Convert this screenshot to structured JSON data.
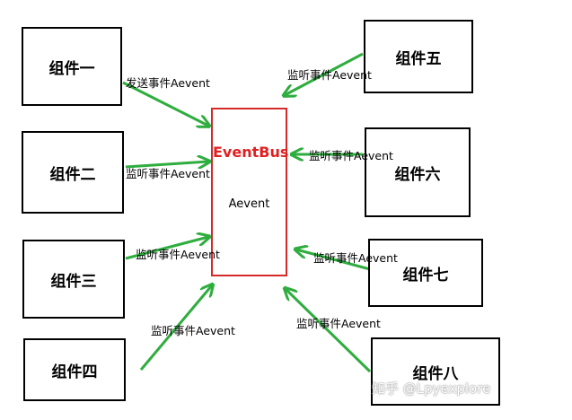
{
  "nodes": {
    "c1": "组件一",
    "c2": "组件二",
    "c3": "组件三",
    "c4": "组件四",
    "c5": "组件五",
    "c6": "组件六",
    "c7": "组件七",
    "c8": "组件八"
  },
  "bus": {
    "title": "EventBus",
    "event": "Aevent"
  },
  "edges": {
    "e1": "发送事件Aevent",
    "e2": "监听事件Aevent",
    "e3": "监听事件Aevent",
    "e4": "监听事件Aevent",
    "e5": "监听事件Aevent",
    "e6": "监听事件Aevent",
    "e7": "监听事件Aevent",
    "e8": "监听事件Aevent"
  },
  "watermark": "知乎 @Lpyexplore",
  "colors": {
    "arrow": "#2fad3f",
    "bus_border": "#d42a2a",
    "bus_title": "#e02020"
  }
}
